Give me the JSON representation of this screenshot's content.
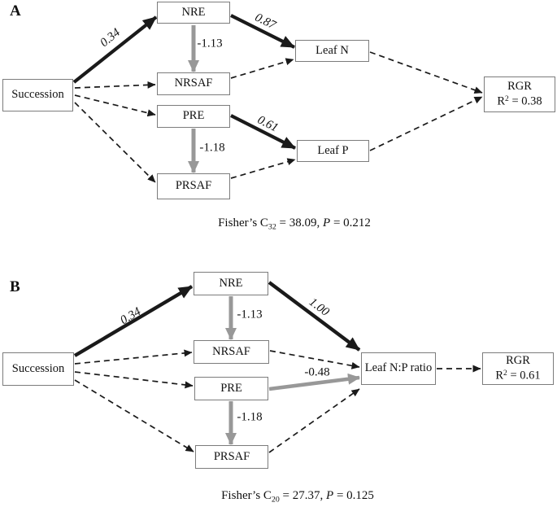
{
  "colors": {
    "solid_arrow": "#1a1a1a",
    "gray_arrow": "#989898",
    "dashed_arrow": "#1a1a1a",
    "box_border": "#7c7c7c",
    "text": "#111111",
    "background": "#ffffff"
  },
  "panels": [
    {
      "label": "A",
      "boxes": {
        "succession": "Succession",
        "nre": "NRE",
        "nrsaf": "NRSAF",
        "pre": "PRE",
        "prsaf": "PRSAF",
        "leaf_n": "Leaf N",
        "leaf_p": "Leaf P",
        "rgr": {
          "title": "RGR",
          "r": "R",
          "sup": "2",
          "value": " = 0.38"
        }
      },
      "edge_labels": {
        "succession_nre": "0.34",
        "nre_leaf_n": "0.87",
        "nre_nrsaf": "-1.13",
        "pre_leaf_p": "0.61",
        "pre_prsaf": "-1.18"
      },
      "caption": {
        "prefix": "Fisher’s C",
        "sub": "32",
        "mid": " = 38.09, ",
        "p": "P",
        "suffix": " = 0.212"
      }
    },
    {
      "label": "B",
      "boxes": {
        "succession": "Succession",
        "nre": "NRE",
        "nrsaf": "NRSAF",
        "pre": "PRE",
        "prsaf": "PRSAF",
        "leaf_np": "Leaf N:P ratio",
        "rgr": {
          "title": "RGR",
          "r": "R",
          "sup": "2",
          "value": " = 0.61"
        }
      },
      "edge_labels": {
        "succession_nre": "0.34",
        "nre_leaf_np": "1.00",
        "nre_nrsaf": "-1.13",
        "pre_leaf_np": "-0.48",
        "pre_prsaf": "-1.18"
      },
      "caption": {
        "prefix": "Fisher’s C",
        "sub": "20",
        "mid": " = 27.37, ",
        "p": "P",
        "suffix": " = 0.125"
      }
    }
  ]
}
